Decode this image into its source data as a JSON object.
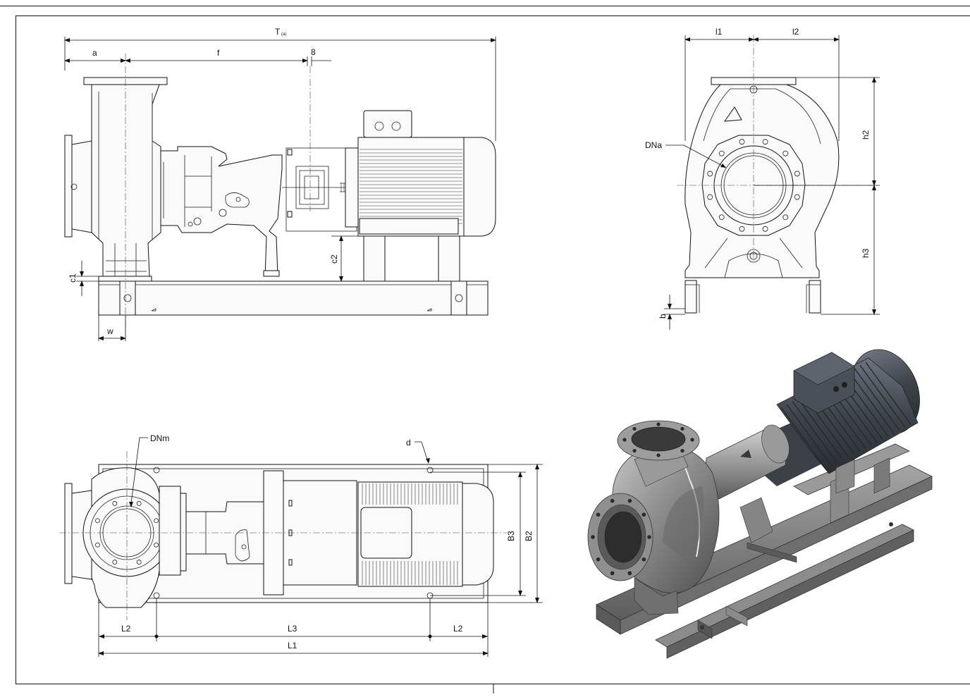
{
  "drawing": {
    "side_view": {
      "dims": {
        "T": "T",
        "T_sub": "(a)",
        "a": "a",
        "f": "f",
        "eight": "8",
        "c1": "c1",
        "c2": "c2",
        "w": "w"
      }
    },
    "end_view": {
      "dims": {
        "l1": "l1",
        "l2": "l2",
        "h2": "h2",
        "h3": "h3",
        "b": "b"
      },
      "callouts": {
        "dna": "DNa"
      }
    },
    "top_view": {
      "dims": {
        "l2_left": "L2",
        "l3": "L3",
        "l2_right": "L2",
        "l1": "L1",
        "b3": "B3",
        "b2": "B2"
      },
      "callouts": {
        "dnm": "DNm",
        "d": "d"
      }
    },
    "iso_view": {
      "colors": {
        "pump_body": "#8a8a8a",
        "motor": "#4a5058",
        "frame": "#7d7d7d",
        "dark": "#2e3238"
      }
    }
  }
}
